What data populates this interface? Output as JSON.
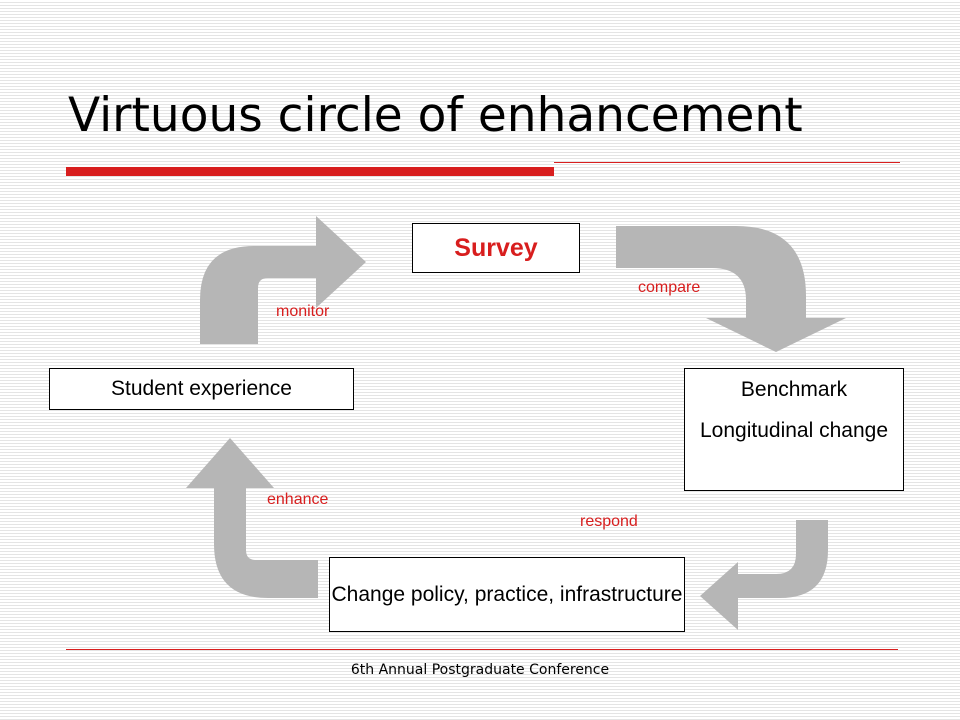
{
  "slide": {
    "title": "Virtuous circle of enhancement",
    "footer": "6th Annual Postgraduate Conference"
  },
  "diagram": {
    "nodes": {
      "survey": "Survey",
      "student_experience": "Student experience",
      "benchmark": "Benchmark",
      "longitudinal_change": "Longitudinal change",
      "change_policy": "Change policy, practice, infrastructure"
    },
    "edges": {
      "compare": "compare",
      "monitor": "monitor",
      "enhance": "enhance",
      "respond": "respond"
    }
  },
  "colors": {
    "accent": "#d81e1e",
    "arrow": "#b6b6b6",
    "text": "#000000"
  }
}
